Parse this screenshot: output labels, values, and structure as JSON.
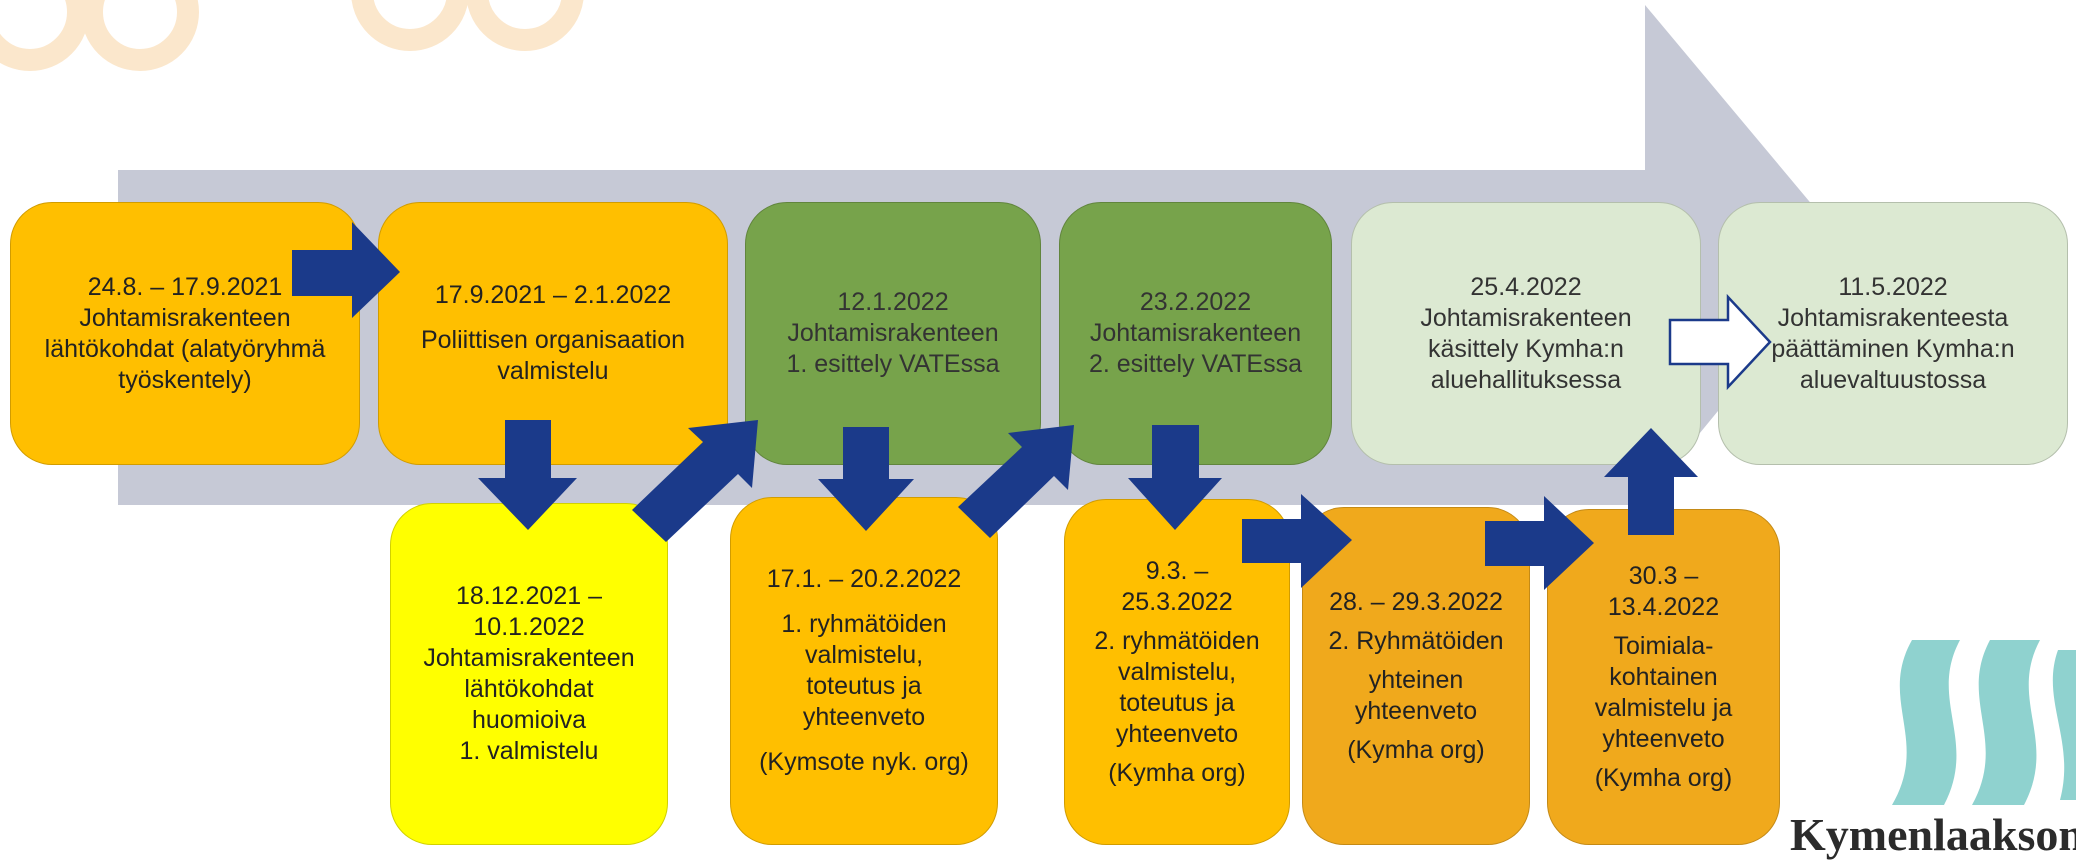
{
  "colors": {
    "timeline_band": "#c6c9d6",
    "arrow_blue": "#1b3a8a",
    "orange_box": "#ffbf00",
    "yellow_box": "#ffff00",
    "green_box": "#77a34b",
    "light_green_box": "#dce9d2",
    "amber_box": "#f0a91c",
    "logo_teal": "#8fd2cf",
    "decor_circles": "#fbe7cc"
  },
  "steps": {
    "s1": {
      "line1": "24.8. – 17.9.2021",
      "line2": "Johtamisrakenteen",
      "line3": "lähtökohdat (alatyöryhmä",
      "line4": "työskentely)"
    },
    "s2": {
      "date": "17.9.2021 – 2.1.2022",
      "line1": "Poliittisen organisaation",
      "line2": "valmistelu"
    },
    "s3": {
      "line1": "12.1.2022",
      "line2": "Johtamisrakenteen",
      "line3": "1. esittely VATEssa"
    },
    "s4": {
      "line1": "23.2.2022",
      "line2": "Johtamisrakenteen",
      "line3": "2. esittely VATEssa"
    },
    "s5": {
      "line1": "25.4.2022",
      "line2": "Johtamisrakenteen",
      "line3": "käsittely Kymha:n",
      "line4": "aluehallituksessa"
    },
    "s6": {
      "line1": "11.5.2022",
      "line2": "Johtamisrakenteesta",
      "line3": "päättäminen Kymha:n",
      "line4": "aluevaltuustossa"
    },
    "b1": {
      "line1": "18.12.2021 –",
      "line2": "10.1.2022",
      "line3": "Johtamisrakenteen",
      "line4": "lähtökohdat",
      "line5": "huomioiva",
      "line6": "1. valmistelu"
    },
    "b2": {
      "date": "17.1. – 20.2.2022",
      "line1": "1. ryhmätöiden",
      "line2": "valmistelu,",
      "line3": "toteutus ja",
      "line4": "yhteenveto",
      "note": "(Kymsote nyk. org)"
    },
    "b3": {
      "line1": "9.3. –",
      "line2": "25.3.2022",
      "line3": "2. ryhmätöiden",
      "line4": "valmistelu,",
      "line5": "toteutus ja",
      "line6": "yhteenveto",
      "note": "(Kymha org)"
    },
    "b4": {
      "date": "28. – 29.3.2022",
      "line1": "2. Ryhmätöiden",
      "line2": "yhteinen",
      "line3": "yhteenveto",
      "note": "(Kymha org)"
    },
    "b5": {
      "line1": "30.3 –",
      "line2": "13.4.2022",
      "line3": "Toimiala-",
      "line4": "kohtainen",
      "line5": "valmistelu ja",
      "line6": "yhteenveto",
      "note": "(Kymha org)"
    }
  },
  "logo": {
    "text": "Kymenlaakson"
  }
}
